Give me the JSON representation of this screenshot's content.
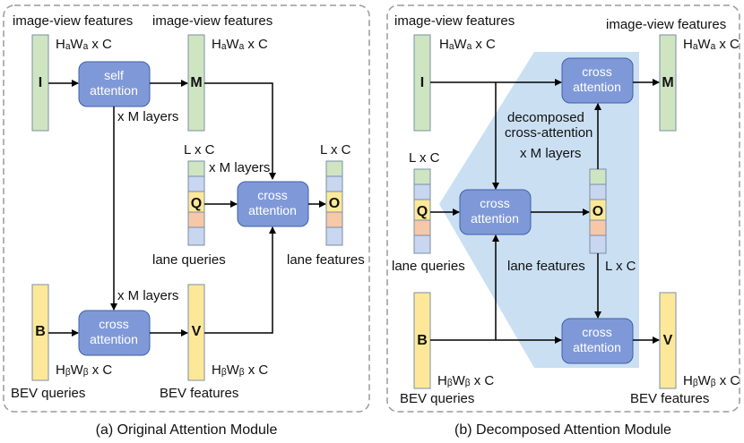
{
  "colors": {
    "green": "#cfe5c1",
    "yellow": "#fde89a",
    "blue_box": "#7f99d8",
    "cell_blue": "#c8d6ef",
    "cell_orange": "#f7c8a8",
    "cell_gold": "#fde89a",
    "cell_green": "#cfe5c1",
    "wedge": "#cadff2",
    "frame": "#9a9a9a"
  },
  "panel_a": {
    "caption": "(a) Original Attention Module",
    "top_left_label": "image-view features",
    "top_mid_label": "image-view features",
    "hw_a_left": "HₐWₐ x C",
    "hw_a_mid": "HₐWₐ x C",
    "self_attention": [
      "self",
      "attention"
    ],
    "x_m_layers_1": "x M layers",
    "x_m_layers_2": "x M layers",
    "x_m_layers_3": "x M layers",
    "lxc_left": "L x C",
    "lxc_right": "L x C",
    "cross_attention_mid": [
      "cross",
      "attention"
    ],
    "cross_attention_bottom": [
      "cross",
      "attention"
    ],
    "lane_queries": "lane queries",
    "lane_features": "lane features",
    "hw_b_left": "HᵦWᵦ x C",
    "hw_b_mid": "HᵦWᵦ x C",
    "bev_queries": "BEV queries",
    "bev_features": "BEV features",
    "letters": {
      "I": "I",
      "M": "M",
      "Q": "Q",
      "O": "O",
      "B": "B",
      "V": "V"
    }
  },
  "panel_b": {
    "caption": "(b) Decomposed Attention Module",
    "top_left_label": "image-view features",
    "top_right_label": "image-view features",
    "hw_a_left": "HₐWₐ x C",
    "hw_a_right": "HₐWₐ x C",
    "lxc_left": "L x C",
    "lxc_right": "L x C",
    "cross_attention_top": [
      "cross",
      "attention"
    ],
    "cross_attention_mid": [
      "cross",
      "attention"
    ],
    "cross_attention_bottom": [
      "cross",
      "attention"
    ],
    "decomposed": [
      "decomposed",
      "cross-attention"
    ],
    "x_m_layers": "x M layers",
    "lane_queries": "lane queries",
    "lane_features": "lane features",
    "hw_b_left": "HᵦWᵦ x C",
    "hw_b_right": "HᵦWᵦ x C",
    "bev_queries": "BEV queries",
    "bev_features": "BEV features",
    "letters": {
      "I": "I",
      "M": "M",
      "Q": "Q",
      "O": "O",
      "B": "B",
      "V": "V"
    }
  }
}
